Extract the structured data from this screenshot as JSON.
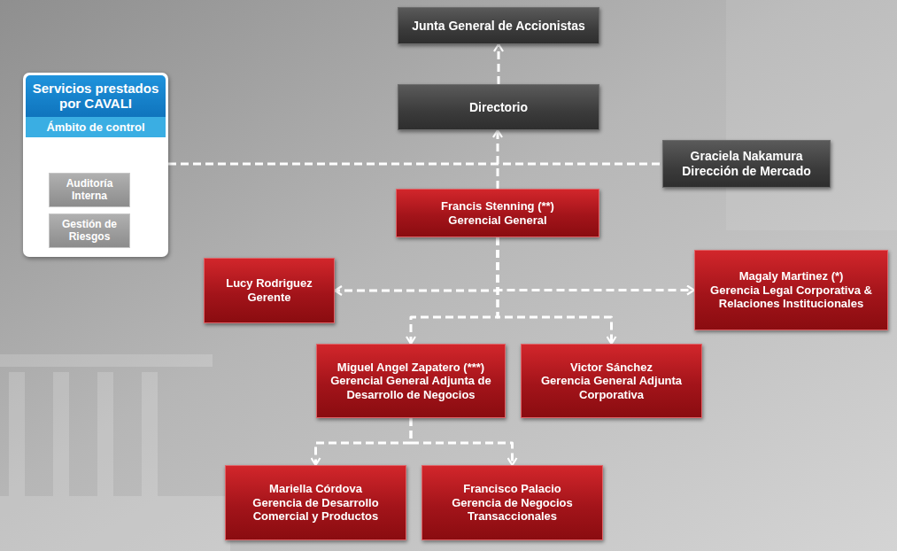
{
  "diagram": {
    "nodes": [
      {
        "text": [
          "Junta General de Accionistas"
        ]
      },
      {
        "text": [
          "Directorio"
        ]
      },
      {
        "text": [
          "Servicios prestados por CAVALI",
          "Ámbito de control"
        ]
      },
      {
        "text": [
          "Auditoría Interna"
        ],
        "in": 2
      },
      {
        "text": [
          "Gestión de Riesgos"
        ],
        "in": 2
      },
      {
        "text": [
          "Graciela Nakamura",
          "Dirección de Mercado"
        ]
      },
      {
        "text": [
          "Francis Stenning (**)",
          "Gerencial General"
        ]
      },
      {
        "text": [
          "Lucy Rodriguez",
          "Gerente"
        ]
      },
      {
        "text": [
          "Magaly Martinez (*)",
          "Gerencia Legal Corporativa & Relaciones Institucionales"
        ]
      },
      {
        "text": [
          "Miguel Angel Zapatero (***)",
          "Gerencial General Adjunta de Desarrollo de Negocios"
        ]
      },
      {
        "text": [
          "Victor Sánchez",
          "Gerencia General Adjunta Corporativa"
        ]
      },
      {
        "text": [
          "Mariella Córdova",
          "Gerencia de Desarrollo Comercial y Productos"
        ]
      },
      {
        "text": [
          "Francisco Palacio",
          "Gerencia de Negocios Transaccionales"
        ]
      }
    ],
    "edges": [
      {
        "from": 1,
        "to": 0,
        "arrow": "to"
      },
      {
        "from": 6,
        "to": 1,
        "arrow": "to"
      },
      {
        "from": 2,
        "to": 5,
        "arrow": "none"
      },
      {
        "from": 6,
        "to": 7,
        "arrow": "to"
      },
      {
        "from": 6,
        "to": 8,
        "arrow": "to"
      },
      {
        "from": 6,
        "to": 9,
        "arrow": "to"
      },
      {
        "from": 6,
        "to": 10,
        "arrow": "to"
      },
      {
        "from": 9,
        "to": 11,
        "arrow": "to"
      },
      {
        "from": 9,
        "to": 12,
        "arrow": "to"
      }
    ]
  }
}
